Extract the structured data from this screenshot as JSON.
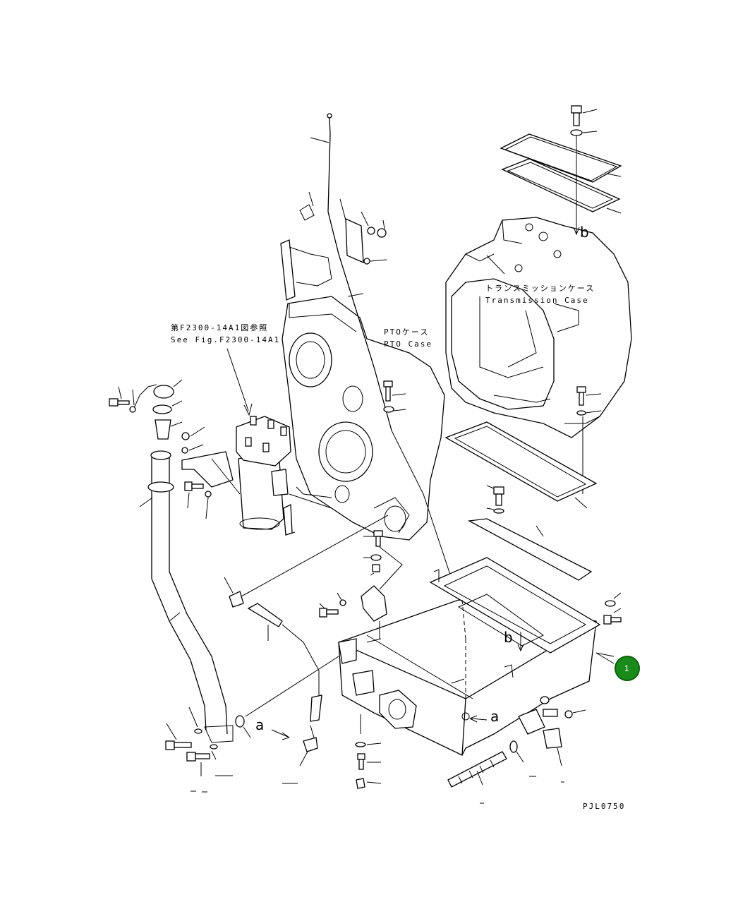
{
  "labels": {
    "see_fig_jp": "第F2300-14A1図参照",
    "see_fig_en": "See Fig.F2300-14A1",
    "pto_case_jp": "PTOケース",
    "pto_case_en": "PTO Case",
    "transmission_case_jp": "トランスミッションケース",
    "transmission_case_en": "Transmission Case",
    "ref_a_left": "a",
    "ref_a_right": "a",
    "ref_b_top": "b",
    "ref_b_bottom": "b",
    "drawing_code": "PJL0750"
  },
  "callouts": [
    {
      "number": "1",
      "color": "#1a8a1a",
      "border": "#0c5e0c"
    }
  ]
}
